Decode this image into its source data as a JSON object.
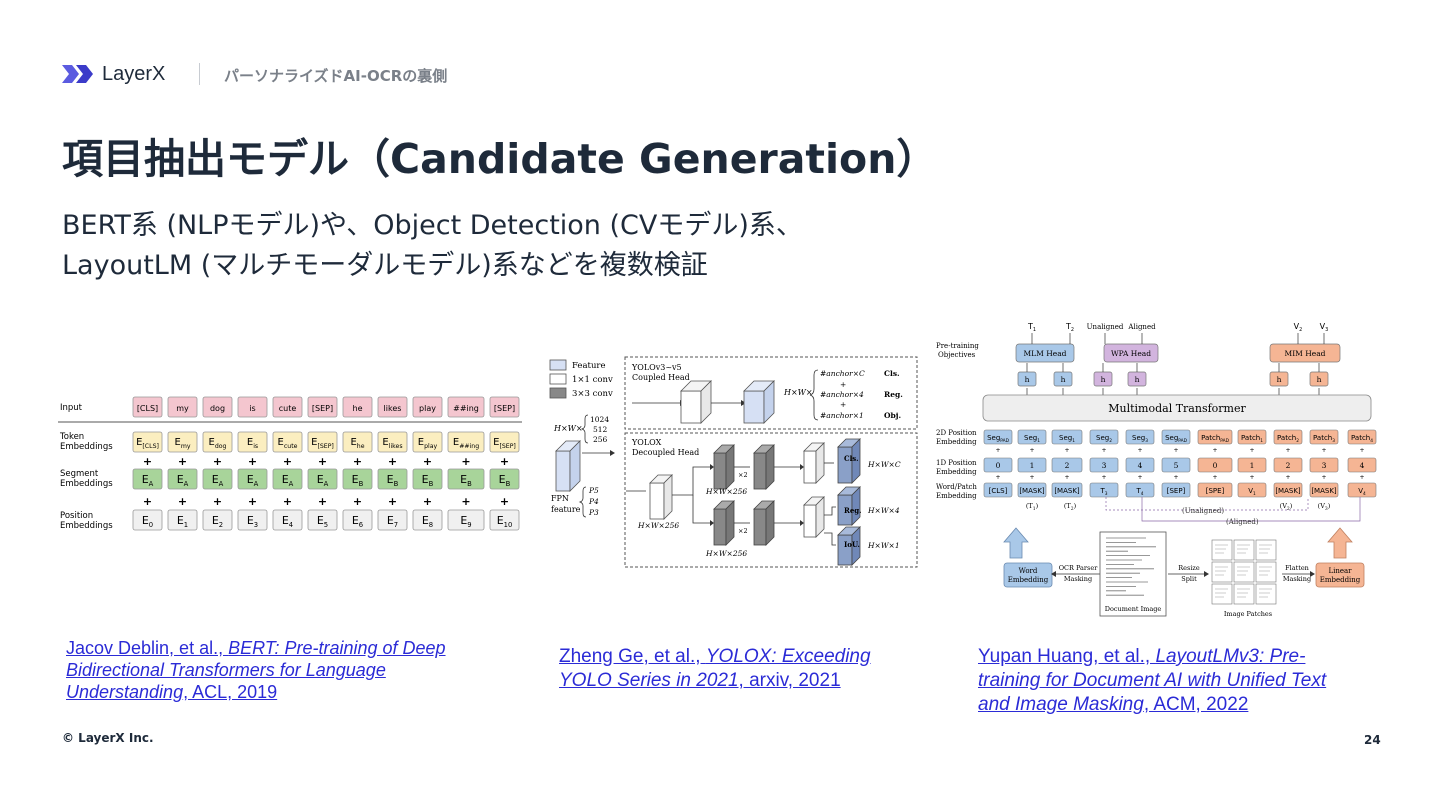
{
  "header": {
    "brand": "LayerX",
    "subtitle": "パーソナライズドAI-OCRの裏側"
  },
  "title": "項目抽出モデル（Candidate Generation）",
  "body": {
    "line1": "BERT系 (NLPモデル)や、Object Detection (CVモデル)系、",
    "line2": "LayoutLM (マルチモーダルモデル)系などを複数検証"
  },
  "bert_figure": {
    "row_labels": [
      "Input",
      "Token Embeddings",
      "Segment Embeddings",
      "Position Embeddings"
    ],
    "tokens": [
      "[CLS]",
      "my",
      "dog",
      "is",
      "cute",
      "[SEP]",
      "he",
      "likes",
      "play",
      "##ing",
      "[SEP]"
    ],
    "token_embeddings": [
      "E[CLS]",
      "Emy",
      "Edog",
      "Eis",
      "Ecute",
      "E[SEP]",
      "Ehe",
      "Elikes",
      "Eplay",
      "E##ing",
      "E[SEP]"
    ],
    "segment_embeddings": [
      "EA",
      "EA",
      "EA",
      "EA",
      "EA",
      "EA",
      "EB",
      "EB",
      "EB",
      "EB",
      "EB"
    ],
    "position_embeddings": [
      "E0",
      "E1",
      "E2",
      "E3",
      "E4",
      "E5",
      "E6",
      "E7",
      "E8",
      "E9",
      "E10"
    ],
    "colors": {
      "input": "#f4c6cf",
      "token": "#fbeec0",
      "segment": "#a8d49a",
      "position": "#f0f0f0"
    }
  },
  "yolo_figure": {
    "legend": [
      "Feature",
      "1×1 conv",
      "3×3 conv"
    ],
    "coupled_title": [
      "YOLOv3~v5",
      "Coupled Head"
    ],
    "decoupled_title": [
      "YOLOX",
      "Decoupled Head"
    ],
    "coupled_out": "H×W×",
    "coupled_terms": [
      "#anchor×C",
      "+",
      "#anchor×4",
      "+",
      "#anchor×1"
    ],
    "coupled_heads": [
      "Cls.",
      "Reg.",
      "Obj."
    ],
    "input_dims": [
      "1024",
      "512",
      "256"
    ],
    "input_prefix": "H×W×",
    "fpn": [
      "FPN",
      "feature"
    ],
    "fpn_levels": [
      "P5",
      "P4",
      "P3"
    ],
    "dims_256": "H×W×256",
    "x2": "×2",
    "decoupled_heads": [
      "Cls.",
      "Reg.",
      "IoU."
    ],
    "decoupled_out": [
      "H×W×C",
      "H×W×4",
      "H×W×1"
    ]
  },
  "layoutlm_figure": {
    "objectives_label": [
      "Pre-training",
      "Objectives"
    ],
    "top_labels": [
      "T1",
      "T2",
      "Unaligned",
      "Aligned",
      "V2",
      "V3"
    ],
    "heads": [
      "MLM Head",
      "WPA Head",
      "MIM Head"
    ],
    "h": "h",
    "transformer": "Multimodal Transformer",
    "row_labels": [
      [
        "2D Position",
        "Embedding"
      ],
      [
        "1D Position",
        "Embedding"
      ],
      [
        "Word/Patch",
        "Embedding"
      ]
    ],
    "seg": [
      "SegPAD",
      "Seg1",
      "Seg1",
      "Seg2",
      "Seg3",
      "SegPAD",
      "PatchPAD",
      "Patch1",
      "Patch2",
      "Patch3",
      "Patch4"
    ],
    "pos": [
      "0",
      "1",
      "2",
      "3",
      "4",
      "5",
      "0",
      "1",
      "2",
      "3",
      "4"
    ],
    "words": [
      "[CLS]",
      "[MASK]",
      "[MASK]",
      "T3",
      "T4",
      "[SEP]",
      "[SPE]",
      "V1",
      "[MASK]",
      "[MASK]",
      "V4"
    ],
    "under": [
      "(T1)",
      "(T2)",
      "(V2)",
      "(V3)"
    ],
    "unaligned": "(Unaligned)",
    "aligned": "(Aligned)",
    "word_embedding": [
      "Word",
      "Embedding"
    ],
    "ocr": [
      "OCR Parser",
      "Masking"
    ],
    "document_image": "Document Image",
    "resize": [
      "Resize",
      "Split"
    ],
    "image_patches": "Image Patches",
    "flatten": [
      "Flatten",
      "Masking"
    ],
    "linear_embedding": [
      "Linear",
      "Embedding"
    ],
    "colors": {
      "blue": "#a9c8e8",
      "purple": "#d2b4de",
      "orange": "#f5b594"
    }
  },
  "references": {
    "bert": {
      "authors": "Jacov Deblin, et al., ",
      "title": "BERT: Pre-training of Deep Bidirectional Transformers for Language Understanding",
      "venue": ", ACL, 2019"
    },
    "yolo": {
      "authors": "Zheng Ge, et al., ",
      "title": "YOLOX: Exceeding YOLO Series in 2021",
      "venue": ", arxiv, 2021"
    },
    "layoutlm": {
      "authors": "Yupan Huang, et al., ",
      "title": "LayoutLMv3: Pre-training for Document AI with Unified Text and Image Masking",
      "venue": ", ACM, 2022"
    }
  },
  "footer": {
    "copyright": "© LayerX Inc.",
    "page": "24"
  }
}
